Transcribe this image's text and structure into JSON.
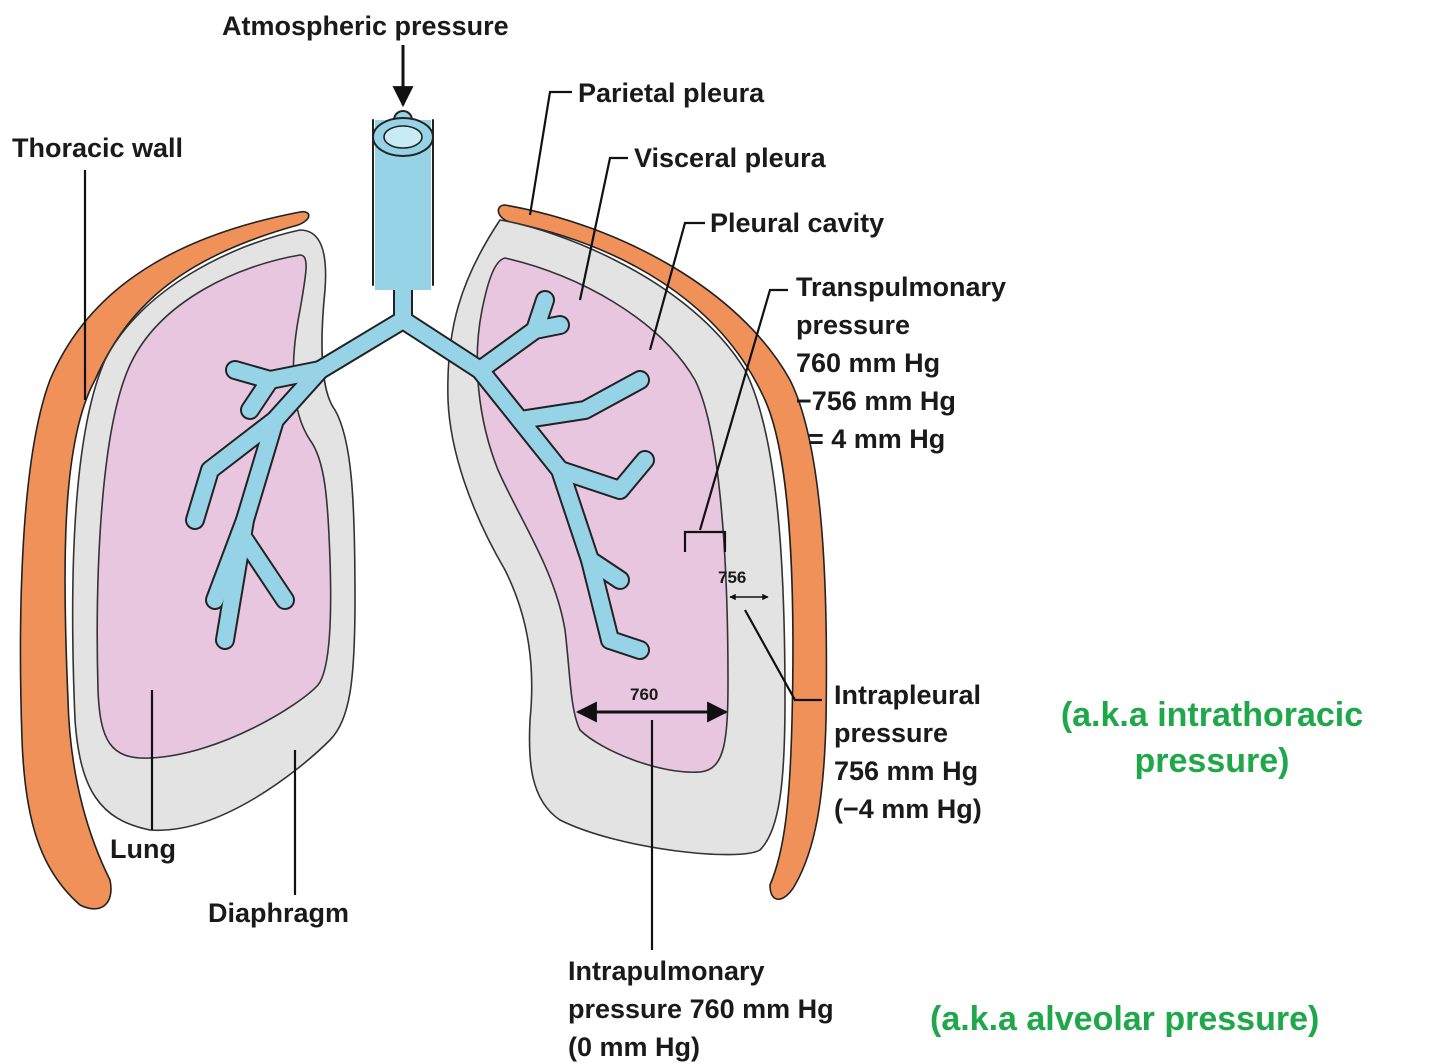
{
  "labels": {
    "atmospheric": "Atmospheric pressure",
    "parietal": "Parietal pleura",
    "thoracic_wall": "Thoracic wall",
    "visceral": "Visceral pleura",
    "pleural_cavity": "Pleural cavity",
    "transpulmonary": [
      "Transpulmonary",
      "pressure",
      "760 mm Hg",
      "−756 mm Hg",
      "= 4 mm Hg"
    ],
    "intrapleural": [
      "Intrapleural",
      "pressure",
      "756 mm Hg",
      "(−4 mm Hg)"
    ],
    "intrapulmonary": [
      "Intrapulmonary",
      "pressure 760 mm Hg",
      "(0 mm Hg)"
    ],
    "lung": "Lung",
    "diaphragm": "Diaphragm"
  },
  "measurements": {
    "intrapleural_value": "756",
    "intrapulmonary_value": "760"
  },
  "notes": {
    "intrathoracic": [
      "(a.k.a intrathoracic",
      "pressure)"
    ],
    "alveolar": "(a.k.a alveolar pressure)"
  },
  "colors": {
    "wall": "#f0915a",
    "pleural_cavity": "#e3e3e3",
    "lung": "#e8c6e0",
    "airway": "#97d3e6",
    "note": "#1fa84a"
  }
}
